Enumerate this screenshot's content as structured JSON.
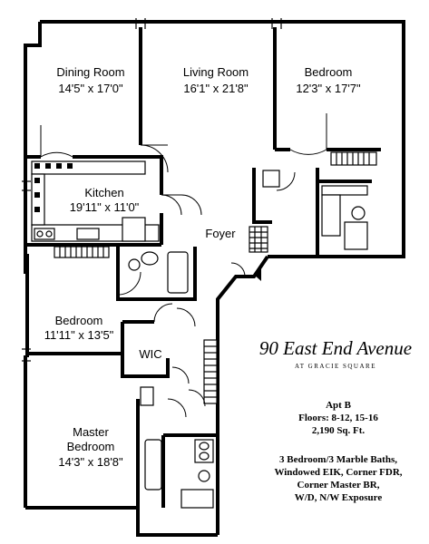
{
  "rooms": {
    "dining": {
      "name": "Dining Room",
      "dims": "14'5\" x 17'0\""
    },
    "living": {
      "name": "Living Room",
      "dims": "16'1\" x 21'8\""
    },
    "bedroom_ne": {
      "name": "Bedroom",
      "dims": "12'3\" x 17'7\""
    },
    "kitchen": {
      "name": "Kitchen",
      "dims": "19'11\" x 11'0\""
    },
    "foyer": {
      "name": "Foyer"
    },
    "bedroom_w": {
      "name": "Bedroom",
      "dims": "11'11\" x 13'5\""
    },
    "wic": {
      "name": "WIC"
    },
    "master": {
      "name_line1": "Master",
      "name_line2": "Bedroom",
      "dims": "14'3\" x 18'8\""
    }
  },
  "building": {
    "name": "90 East End Avenue",
    "subtitle": "AT GRACIE SQUARE"
  },
  "apartment": {
    "unit": "Apt B",
    "floors": "Floors: 8-12, 15-16",
    "area": "2,190 Sq. Ft."
  },
  "features": [
    "3 Bedroom/3 Marble Baths,",
    "Windowed EIK, Corner FDR,",
    "Corner Master BR,",
    "W/D, N/W Exposure"
  ]
}
